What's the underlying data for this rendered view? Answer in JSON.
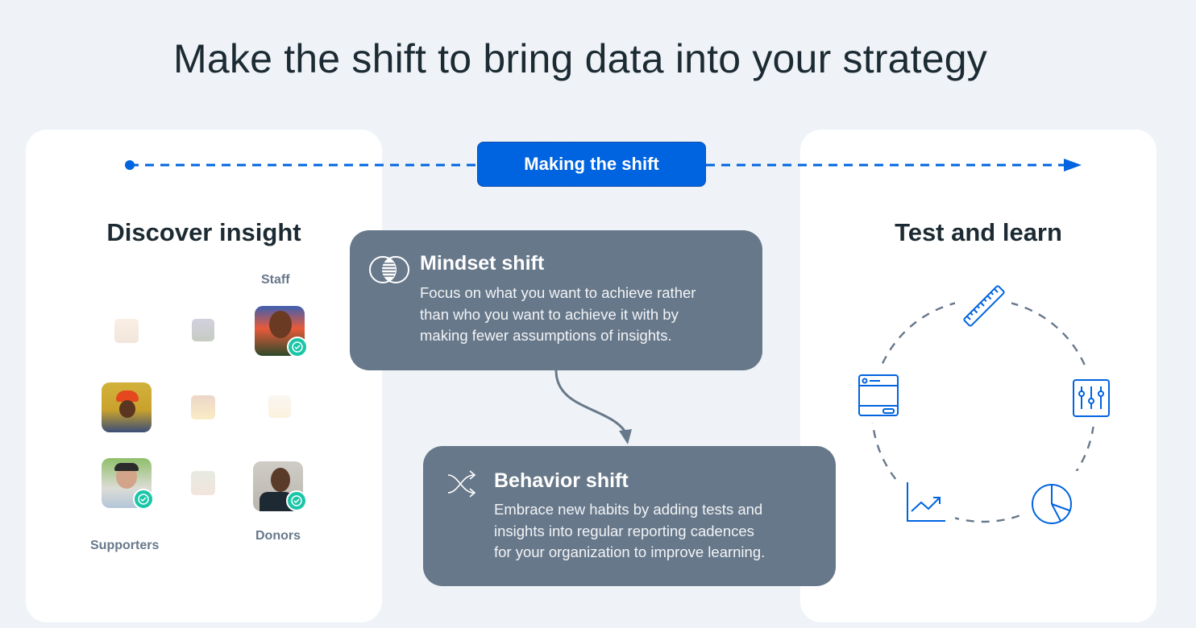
{
  "page": {
    "title": "Make the shift to bring data into your strategy"
  },
  "timeline": {
    "label": "Making the shift",
    "color": "#0064e0"
  },
  "discover": {
    "heading": "Discover insight",
    "groups": [
      {
        "label": "Staff"
      },
      {
        "label": "Supporters"
      },
      {
        "label": "Donors"
      }
    ],
    "check_color": "#1bc6a8"
  },
  "mindset": {
    "title": "Mindset shift",
    "lines": [
      "Focus on what you want to achieve rather",
      "than who you want to achieve it with by",
      "making fewer assumptions of insights."
    ],
    "icon": "venn-overlap-icon"
  },
  "behavior": {
    "title": "Behavior shift",
    "lines": [
      "Embrace new habits by adding tests and",
      "insights into regular reporting cadences",
      "for your organization to improve learning."
    ],
    "icon": "shuffle-icon"
  },
  "test_learn": {
    "heading": "Test and learn",
    "icons": [
      "ruler-icon",
      "sliders-icon",
      "pie-chart-icon",
      "line-chart-icon",
      "browser-window-icon"
    ],
    "accent": "#0064e0"
  },
  "colors": {
    "background": "#eff3f7",
    "card": "#ffffff",
    "shift_card": "#67788a",
    "text_dark": "#1c2b33"
  }
}
